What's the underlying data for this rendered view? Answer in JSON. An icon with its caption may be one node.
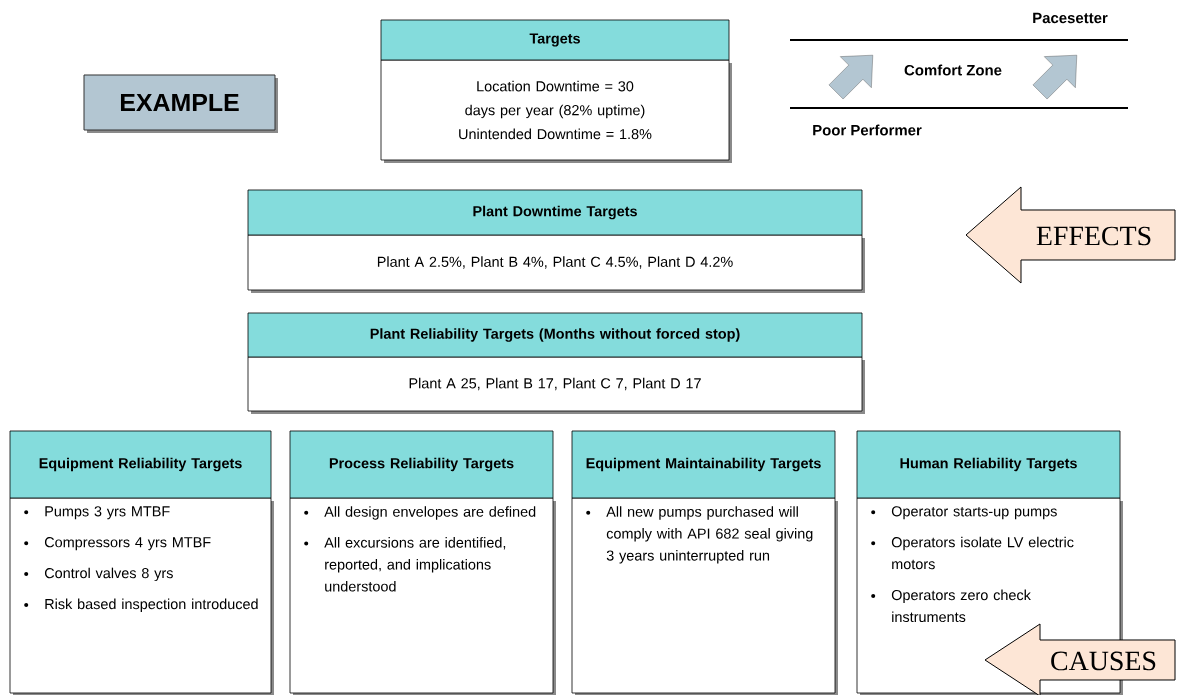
{
  "diagram": {
    "nodes": [
      {
        "text": [
          "EXAMPLE"
        ]
      },
      {
        "text": [
          "Targets",
          "Location Downtime = 30 days per year (82% uptime)",
          "Unintended Downtime = 1.8%"
        ]
      },
      {
        "text": [
          "Plant Downtime Targets",
          "Plant A 2.5%, Plant B 4%, Plant C 4.5%, Plant D 4.2%"
        ]
      },
      {
        "text": [
          "Plant Reliability Targets (Months without forced stop)",
          "Plant A 25, Plant B 17, Plant C 7, Plant D 17"
        ]
      },
      {
        "text": [
          "Equipment Reliability Targets",
          "Pumps 3 yrs MTBF",
          "Compressors 4 yrs MTBF",
          "Control valves 8 yrs",
          "Risk based inspection introduced"
        ]
      },
      {
        "text": [
          "Process Reliability Targets",
          "All design envelopes are defined",
          "All excursions are identified, reported, and implications understood"
        ]
      },
      {
        "text": [
          "Equipment Maintainability Targets",
          "All new pumps purchased will comply with API 682 seal giving 3 years uninterrupted run"
        ]
      },
      {
        "text": [
          "Human Reliability Targets",
          "Operator starts-up pumps",
          "Operators isolate LV electric motors",
          "Operators zero check instruments"
        ]
      },
      {
        "text": [
          "EFFECTS"
        ]
      },
      {
        "text": [
          "CAUSES"
        ]
      }
    ],
    "labels": [
      "Pacesetter",
      "Comfort Zone",
      "Poor Performer"
    ]
  }
}
